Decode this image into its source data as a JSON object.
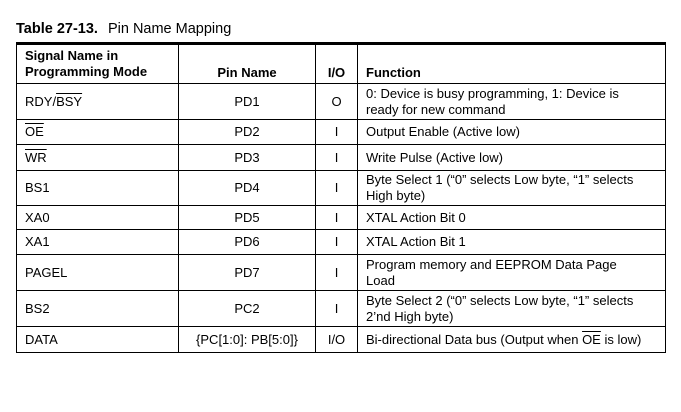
{
  "caption": {
    "number": "Table 27-13.",
    "title": "Pin Name Mapping"
  },
  "header": {
    "signal_line1": "Signal Name in",
    "signal_line2": "Programming Mode",
    "pin": "Pin Name",
    "io": "I/O",
    "function": "Function"
  },
  "rows": [
    {
      "signal_pre": "RDY/",
      "signal_ov": "BSY",
      "signal_post": "",
      "pin": "PD1",
      "io": "O",
      "func_line1": "0: Device is busy programming, 1: Device is",
      "func_line2": "ready for new command",
      "func_ov": "",
      "func_post": ""
    },
    {
      "signal_pre": "",
      "signal_ov": "OE",
      "signal_post": "",
      "pin": "PD2",
      "io": "I",
      "func_line1": "Output Enable (Active low)",
      "func_line2": "",
      "func_ov": "",
      "func_post": ""
    },
    {
      "signal_pre": "",
      "signal_ov": "WR",
      "signal_post": "",
      "pin": "PD3",
      "io": "I",
      "func_line1": "Write Pulse (Active low)",
      "func_line2": "",
      "func_ov": "",
      "func_post": ""
    },
    {
      "signal_pre": "BS1",
      "signal_ov": "",
      "signal_post": "",
      "pin": "PD4",
      "io": "I",
      "func_line1": "Byte Select 1 (“0” selects Low byte, “1” selects",
      "func_line2": "High byte)",
      "func_ov": "",
      "func_post": ""
    },
    {
      "signal_pre": "XA0",
      "signal_ov": "",
      "signal_post": "",
      "pin": "PD5",
      "io": "I",
      "func_line1": "XTAL Action Bit 0",
      "func_line2": "",
      "func_ov": "",
      "func_post": ""
    },
    {
      "signal_pre": "XA1",
      "signal_ov": "",
      "signal_post": "",
      "pin": "PD6",
      "io": "I",
      "func_line1": "XTAL Action Bit 1",
      "func_line2": "",
      "func_ov": "",
      "func_post": ""
    },
    {
      "signal_pre": "PAGEL",
      "signal_ov": "",
      "signal_post": "",
      "pin": "PD7",
      "io": "I",
      "func_line1": "Program memory and EEPROM Data Page",
      "func_line2": "Load",
      "func_ov": "",
      "func_post": ""
    },
    {
      "signal_pre": "BS2",
      "signal_ov": "",
      "signal_post": "",
      "pin": "PC2",
      "io": "I",
      "func_line1": "Byte Select 2 (“0” selects Low byte, “1” selects",
      "func_line2": "2’nd High byte)",
      "func_ov": "",
      "func_post": ""
    },
    {
      "signal_pre": "DATA",
      "signal_ov": "",
      "signal_post": "",
      "pin": "{PC[1:0]: PB[5:0]}",
      "io": "I/O",
      "func_line1": "Bi-directional Data bus (Output when ",
      "func_line2": "",
      "func_ov": "OE",
      "func_post": " is low)"
    }
  ]
}
